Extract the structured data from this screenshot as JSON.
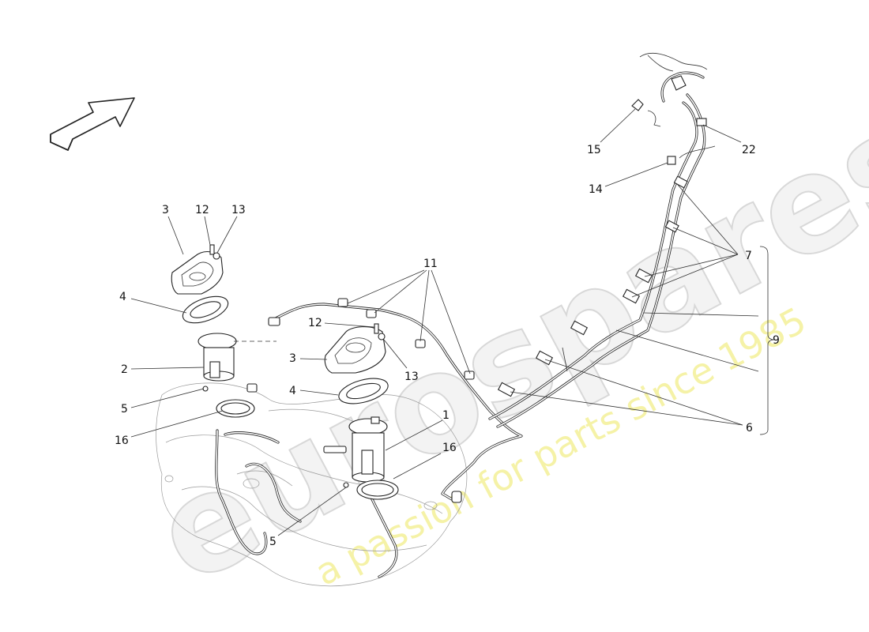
{
  "diagram": {
    "callouts": {
      "c1": "1",
      "c2": "2",
      "c3a": "3",
      "c3b": "3",
      "c4a": "4",
      "c4b": "4",
      "c5a": "5",
      "c5b": "5",
      "c6": "6",
      "c7": "7",
      "c9": "9",
      "c11": "11",
      "c12a": "12",
      "c12b": "12",
      "c13a": "13",
      "c13b": "13",
      "c14": "14",
      "c15": "15",
      "c16a": "16",
      "c16b": "16",
      "c22": "22"
    },
    "orientation_arrow_icon": "arrow-icon"
  },
  "watermark": {
    "logo_text": "eurospares",
    "tagline": "a passion for parts since 1985"
  }
}
